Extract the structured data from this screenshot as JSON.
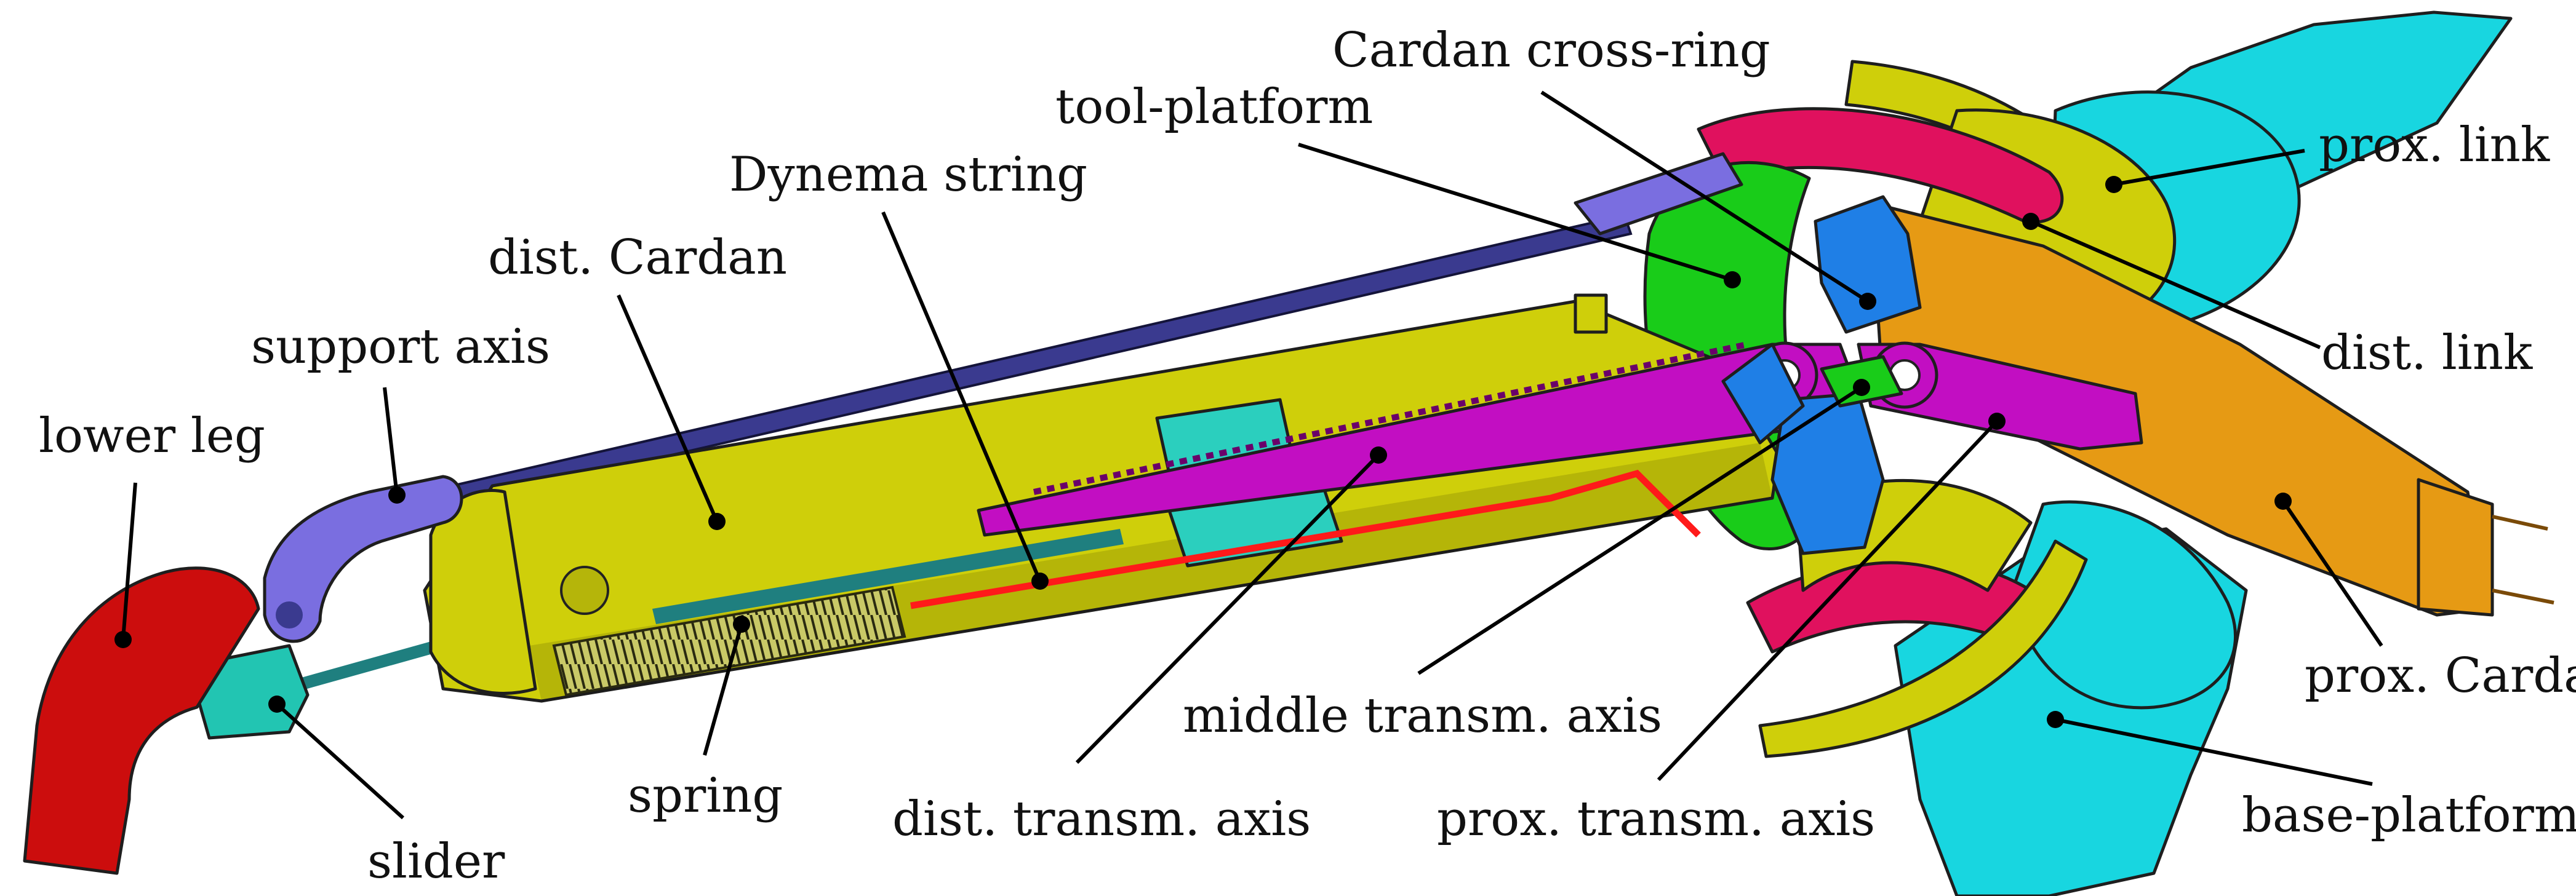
{
  "colors": {
    "lower_leg": "#cc0d0d",
    "slider": "#22c5b2",
    "support_axis": "#7a6ee0",
    "distal_cardan": "#cfcf0a",
    "dynema_string": "#ff1a1a",
    "transmission_axes": "#c20ec2",
    "tool_platform": "#1f7fe6",
    "links": "#e0115e",
    "proximal_cardan": "#e69a14",
    "base_platform": "#18d6e0",
    "green_ring": "#19cc19",
    "teal_insert": "#2bcfbe",
    "spring_rod": "#1f7f7f"
  },
  "labels": {
    "cardan_cross_ring": "Cardan cross-ring",
    "tool_platform": "tool-platform",
    "dynema_string": "Dynema string",
    "dist_cardan": "dist. Cardan",
    "support_axis": "support axis",
    "lower_leg": "lower leg",
    "slider": "slider",
    "spring": "spring",
    "dist_transm_axis": "dist. transm. axis",
    "middle_transm_axis": "middle transm. axis",
    "prox_transm_axis": "prox. transm. axis",
    "prox_link": "prox. link",
    "dist_link": "dist. link",
    "prox_cardan": "prox. Cardan",
    "base_platform": "base-platform"
  }
}
